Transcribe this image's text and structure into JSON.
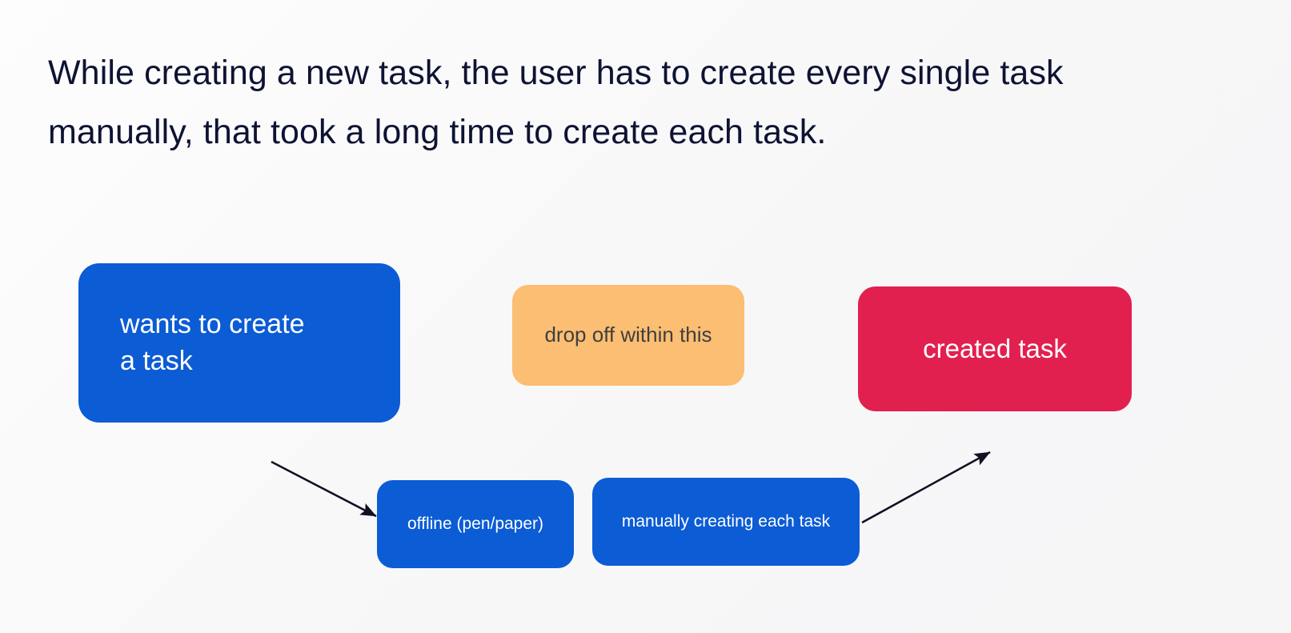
{
  "slide": {
    "background_color": "#fafafa",
    "headline": "While creating a new task, the user has to create every single task manually, that took a long time to create each task."
  },
  "diagram": {
    "nodes": [
      {
        "id": "wants-to-create-a-task",
        "label": "wants to create\na task",
        "fill": "#0b5cd5",
        "text_color": "#ffffff",
        "role": "user-goal"
      },
      {
        "id": "drop-off-within-this",
        "label": "drop off within this",
        "fill": "#fbbe72",
        "text_color": "#3f3f3f",
        "role": "pain-point"
      },
      {
        "id": "created-task",
        "label": "created task",
        "fill": "#e2204f",
        "text_color": "#ffffff",
        "role": "outcome"
      },
      {
        "id": "offline-pen-paper",
        "label": "offline (pen/paper)",
        "fill": "#0b5cd5",
        "text_color": "#ffffff",
        "role": "action"
      },
      {
        "id": "manually-creating-each-task",
        "label": "manually creating each task",
        "fill": "#0b5cd5",
        "text_color": "#ffffff",
        "role": "action"
      }
    ],
    "connectors": [
      {
        "id": "wants-to-offline",
        "from": "wants-to-create-a-task",
        "to": "offline-pen-paper",
        "color": "#111122"
      },
      {
        "id": "manually-to-created",
        "from": "manually-creating-each-task",
        "to": "created-task",
        "color": "#111122"
      }
    ]
  }
}
